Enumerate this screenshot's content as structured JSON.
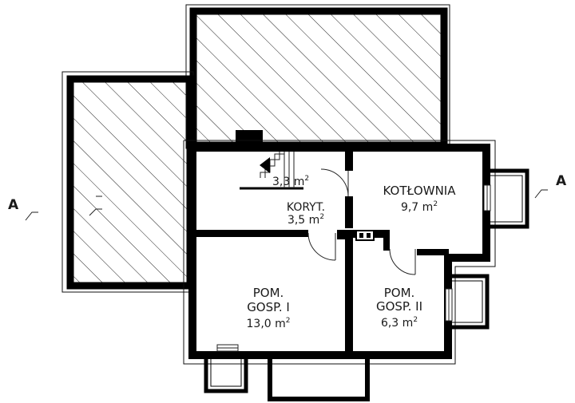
{
  "plan": {
    "section_marker": "A",
    "rooms": {
      "stairs": {
        "area": "3,3 m",
        "unit_power": "2"
      },
      "corridor": {
        "name": "KORYT.",
        "area": "3,5 m",
        "unit_power": "2"
      },
      "boiler": {
        "name": "KOTŁOWNIA",
        "area": "9,7 m",
        "unit_power": "2"
      },
      "storage1": {
        "name_line1": "POM.",
        "name_line2": "GOSP. I",
        "area": "13,0 m",
        "unit_power": "2"
      },
      "storage2": {
        "name_line1": "POM.",
        "name_line2": "GOSP. II",
        "area": "6,3 m",
        "unit_power": "2"
      }
    }
  }
}
